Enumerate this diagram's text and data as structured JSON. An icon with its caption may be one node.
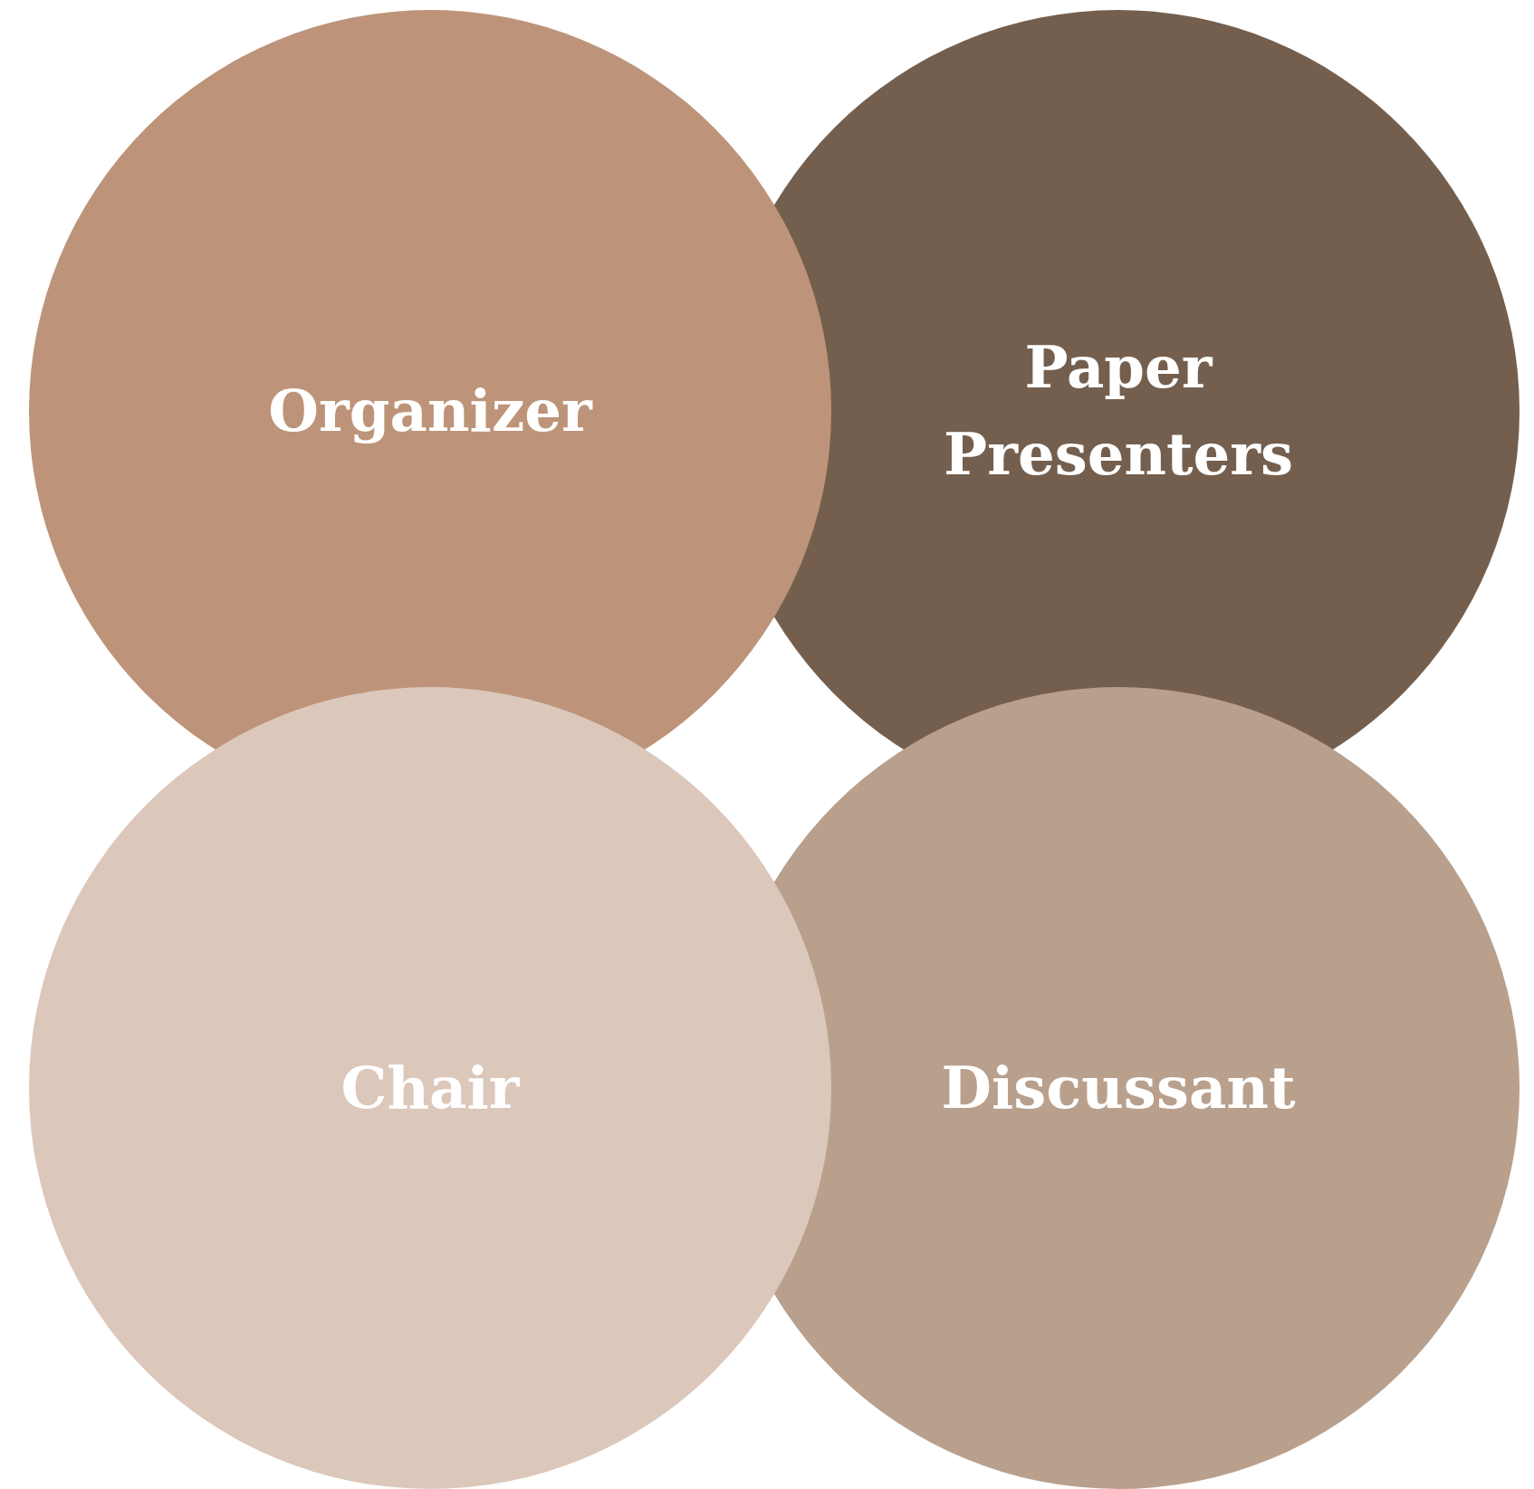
{
  "diagram": {
    "nodes": [
      {
        "text": [
          "Organizer"
        ]
      },
      {
        "text": [
          "Paper Presenters"
        ]
      },
      {
        "text": [
          "Chair"
        ]
      },
      {
        "text": [
          "Discussant"
        ]
      }
    ]
  }
}
